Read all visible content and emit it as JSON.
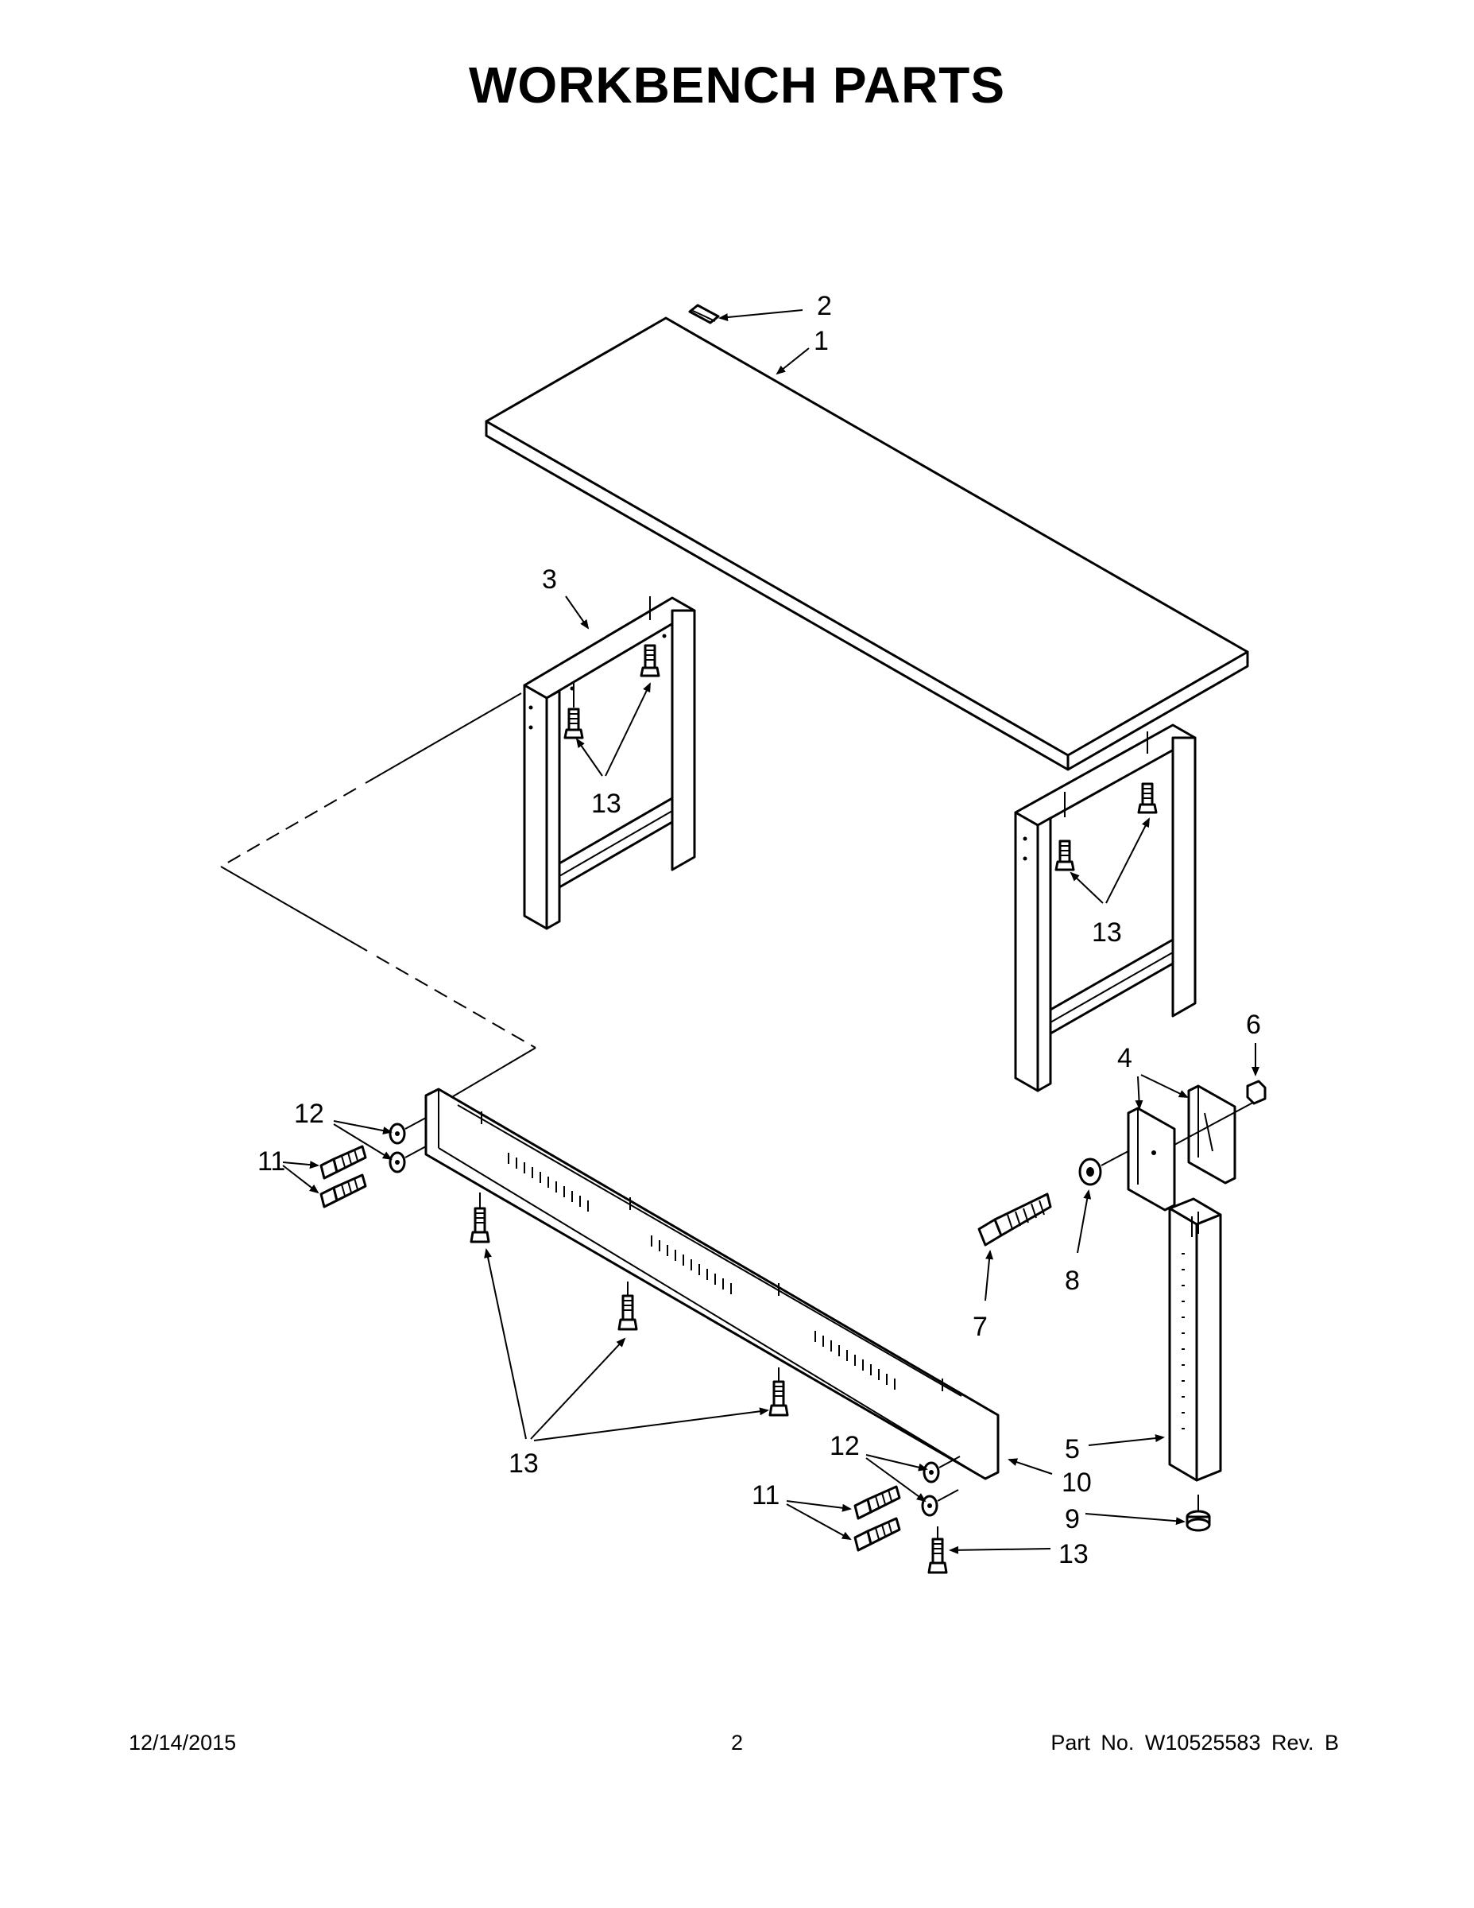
{
  "title": "WORKBENCH PARTS",
  "footer": {
    "date": "12/14/2015",
    "page": "2",
    "part_number": "Part No.  W10525583  Rev.  B"
  },
  "callouts": {
    "c1": "1",
    "c2": "2",
    "c3": "3",
    "c4": "4",
    "c5": "5",
    "c6": "6",
    "c7": "7",
    "c8": "8",
    "c9": "9",
    "c10": "10",
    "c11a": "11",
    "c11b": "11",
    "c12a": "12",
    "c12b": "12",
    "c13a": "13",
    "c13b": "13",
    "c13c": "13",
    "c13d": "13"
  }
}
